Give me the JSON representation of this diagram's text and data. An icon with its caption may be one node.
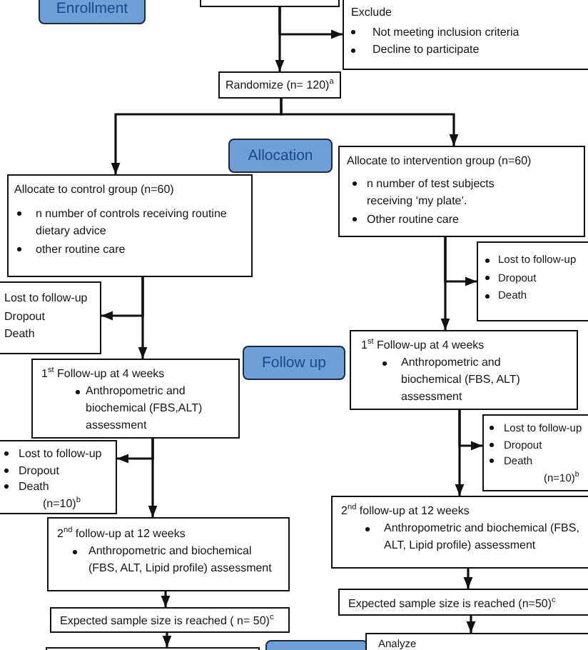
{
  "diagram": {
    "nodes": [
      {
        "text": [
          "Enrollment"
        ]
      },
      {
        "text": [],
        "shape": "box"
      },
      {
        "text": [
          "Exclude",
          "Not meeting inclusion criteria",
          "Decline to participate"
        ]
      },
      {
        "text": [
          "Randomize (n= 120)$^{a}$"
        ]
      },
      {
        "text": [
          "Allocation"
        ]
      },
      {
        "text": [
          "Allocate to control group (n=60)",
          "n number of controls receiving routine dietary advice",
          "other routine care"
        ]
      },
      {
        "text": [
          "Allocate to intervention group (n=60)",
          "n number of test subjects receiving ‘my plate’.",
          "Other routine care"
        ]
      },
      {
        "text": [
          "Lost to follow-up",
          "Dropout",
          "Death"
        ]
      },
      {
        "text": [
          "Lost to follow-up",
          "Dropout",
          "Death"
        ]
      },
      {
        "text": [
          "Follow up"
        ]
      },
      {
        "text": [
          "1$^{st}$ Follow-up at 4 weeks",
          "Anthropometric and biochemical (FBS,ALT) assessment"
        ]
      },
      {
        "text": [
          "1$^{st}$ Follow-up at 4 weeks",
          "Anthropometric and biochemical (FBS, ALT) assessment"
        ]
      },
      {
        "text": [
          "Lost to follow-up",
          "Dropout",
          "Death",
          "(n=10)$^{b}$"
        ]
      },
      {
        "text": [
          "Lost to follow-up",
          "Dropout",
          "Death",
          "(n=10)$^{b}$"
        ]
      },
      {
        "text": [
          "2$^{nd}$ follow-up at 12 weeks",
          "Anthropometric and biochemical (FBS, ALT, Lipid profile) assessment"
        ]
      },
      {
        "text": [
          "2$^{nd}$ follow-up at 12 weeks",
          "Anthropometric and biochemical (FBS, ALT, Lipid profile) assessment"
        ]
      },
      {
        "text": [
          "Expected sample size is reached ( n= 50)$^{c}$"
        ]
      },
      {
        "text": [
          "Expected sample size is reached (n=50)$^{c}$"
        ]
      },
      {
        "text": [],
        "shape": "box"
      },
      {
        "text": [],
        "shape": "box"
      },
      {
        "text": [
          "Analyze"
        ]
      }
    ],
    "edges": [
      {
        "from": 1,
        "to": 3,
        "arrow": "to"
      },
      {
        "from": 1,
        "to": 2,
        "arrow": "to"
      },
      {
        "from": 3,
        "to": 5,
        "arrow": "to"
      },
      {
        "from": 3,
        "to": 6,
        "arrow": "to"
      },
      {
        "from": 5,
        "to": 10,
        "arrow": "to"
      },
      {
        "from": 5,
        "to": 7,
        "arrow": "to"
      },
      {
        "from": 6,
        "to": 11,
        "arrow": "to"
      },
      {
        "from": 6,
        "to": 8,
        "arrow": "to"
      },
      {
        "from": 10,
        "to": 14,
        "arrow": "to"
      },
      {
        "from": 10,
        "to": 12,
        "arrow": "to"
      },
      {
        "from": 11,
        "to": 15,
        "arrow": "to"
      },
      {
        "from": 11,
        "to": 13,
        "arrow": "to"
      },
      {
        "from": 14,
        "to": 16,
        "arrow": "to"
      },
      {
        "from": 15,
        "to": 17,
        "arrow": "to"
      },
      {
        "from": 16,
        "to": 18,
        "arrow": "to"
      },
      {
        "from": 17,
        "to": 20,
        "arrow": "to"
      }
    ]
  }
}
